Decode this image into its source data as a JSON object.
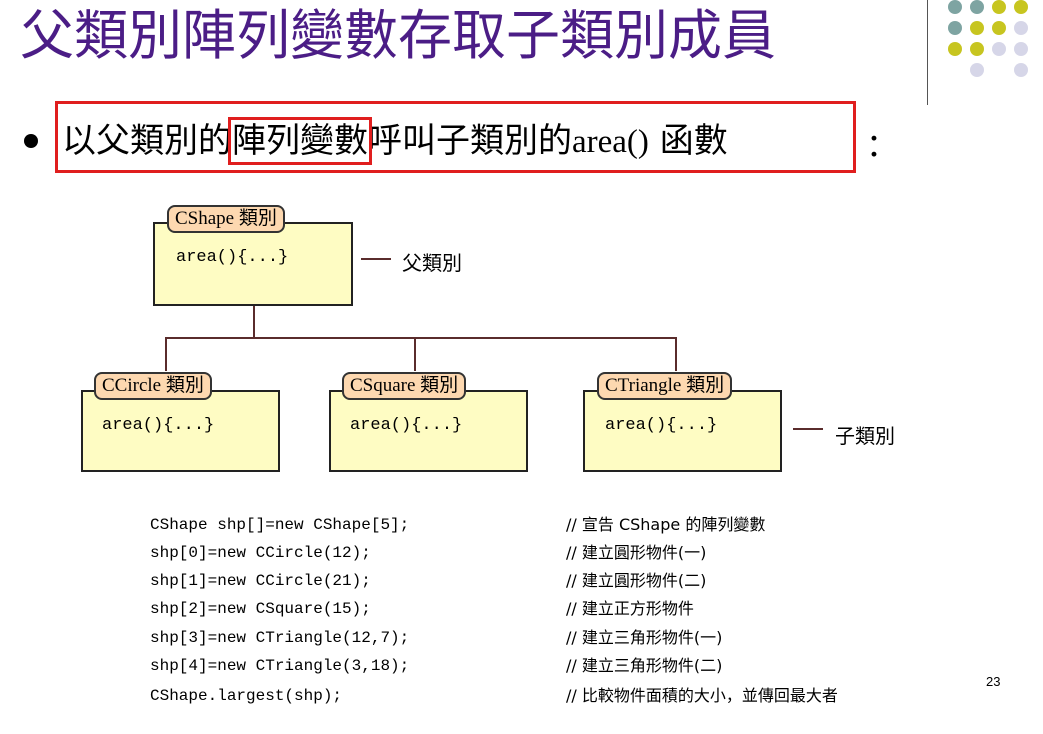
{
  "slide": {
    "title": "父類別陣列變數存取子類別成員",
    "bullet": {
      "pre": "以父類別的",
      "highlight": "陣列變數",
      "mid": "呼叫子類別的",
      "func": "area()",
      "post": " 函數",
      "colon": "："
    },
    "page_number": "23"
  },
  "diagram": {
    "parent": {
      "tag": "CShape 類別",
      "code": "area(){...}"
    },
    "parent_label": "父類別",
    "children": [
      {
        "tag": "CCircle 類別",
        "code": "area(){...}"
      },
      {
        "tag": "CSquare 類別",
        "code": "area(){...}"
      },
      {
        "tag": "CTriangle 類別",
        "code": "area(){...}"
      }
    ],
    "children_label": "子類別"
  },
  "code": [
    {
      "line": "CShape shp[]=new CShape[5];",
      "comment": "// 宣告 CShape 的陣列變數"
    },
    {
      "line": "shp[0]=new CCircle(12);",
      "comment": "// 建立圓形物件(一)"
    },
    {
      "line": "shp[1]=new CCircle(21);",
      "comment": "// 建立圓形物件(二)"
    },
    {
      "line": "shp[2]=new CSquare(15);",
      "comment": "// 建立正方形物件"
    },
    {
      "line": "shp[3]=new CTriangle(12,7);",
      "comment": "// 建立三角形物件(一)"
    },
    {
      "line": "shp[4]=new CTriangle(3,18);",
      "comment": "// 建立三角形物件(二)"
    },
    {
      "line": "CShape.largest(shp);",
      "comment": "// 比較物件面積的大小，並傳回最大者"
    }
  ],
  "colors": {
    "title": "#4b1d86",
    "highlight": "#e01e1e",
    "box_fill": "#fefcc3",
    "tag_fill": "#fdd8b0",
    "dot_teal": "#7ea4a2",
    "dot_olive": "#c7c520",
    "dot_lavender": "#d6d6e8"
  }
}
